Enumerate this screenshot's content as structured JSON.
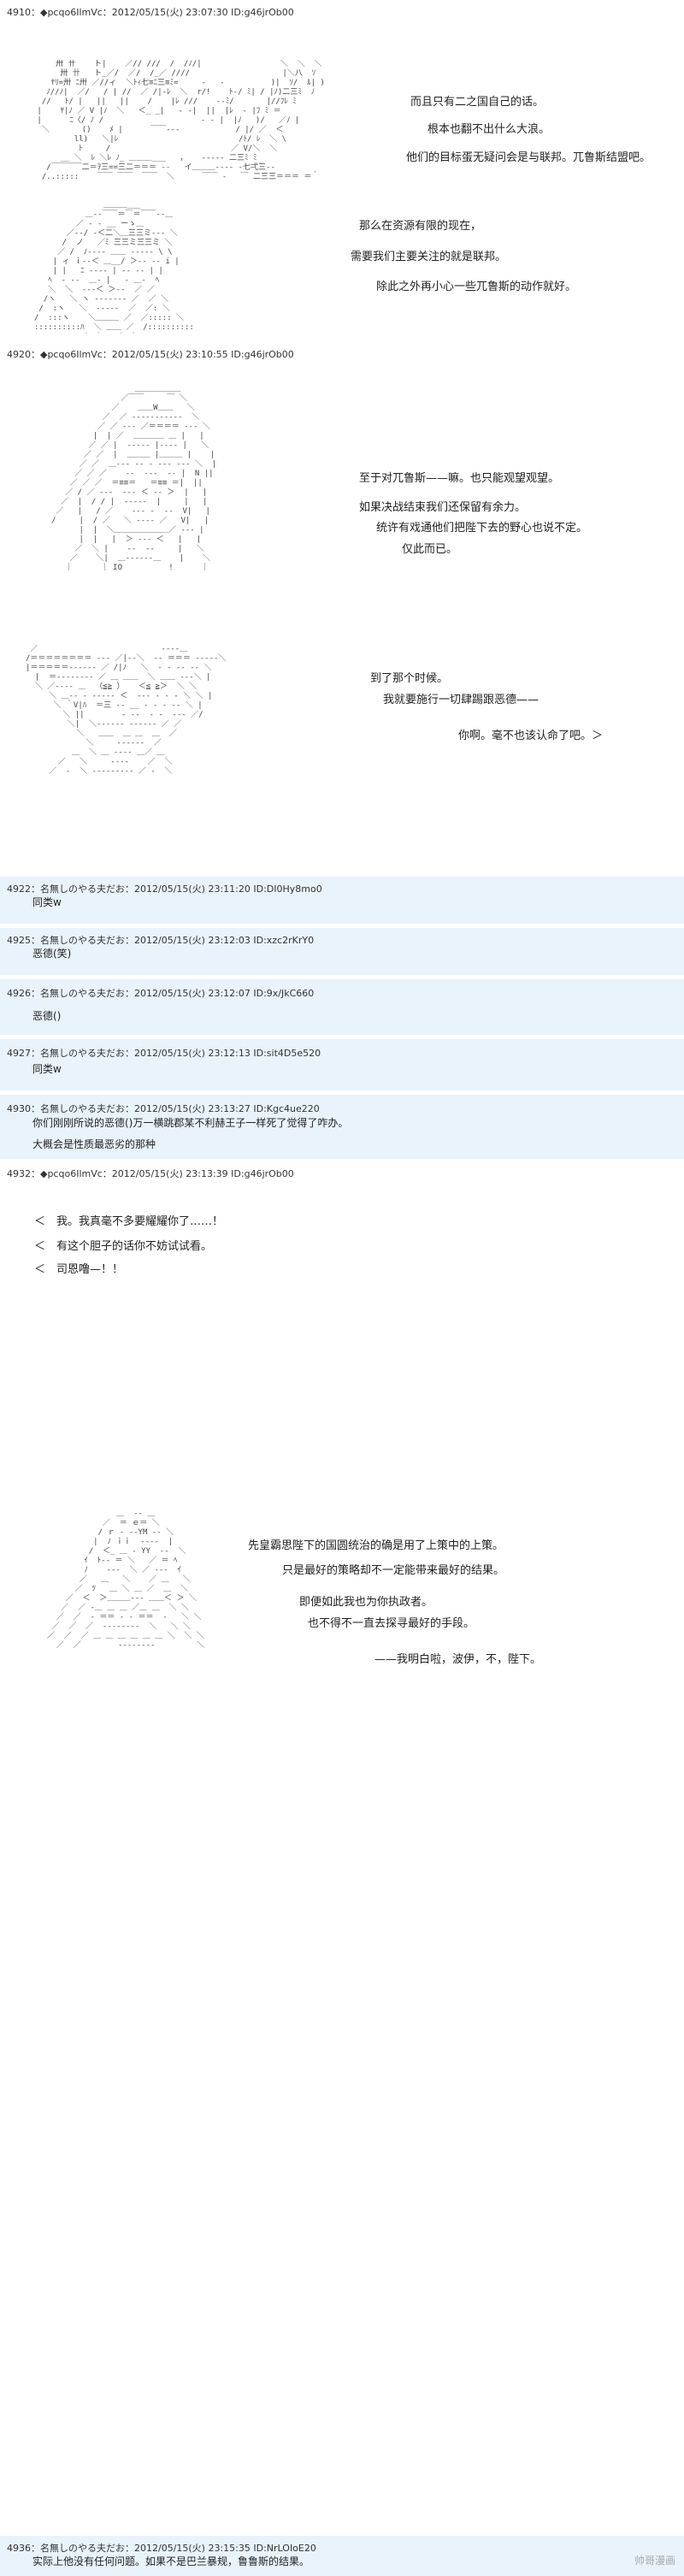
{
  "posts": [
    {
      "header": "4910：◆pcqo6IlmVc：2012/05/15(火) 23:07:30 ID:g46jrOb00",
      "lines": [
        "而且只有二之国自己的话。",
        "根本也翻不出什么大浪。",
        "他们的目标蛋无疑问会是与联邦。兀鲁斯结盟吧。",
        "那么在资源有限的现在，",
        "需要我们主要关注的就是联邦。",
        "除此之外再小心一些兀鲁斯的动作就好。"
      ]
    },
    {
      "header": "4920：◆pcqo6IlmVc：2012/05/15(火) 23:10:55 ID:g46jrOb00",
      "lines": [
        "至于对兀鲁斯——嘛。也只能观望观望。",
        "如果决战结束我们还保留有余力。",
        "统许有戏通他们把陛下去的野心也说不定。",
        "仅此而已。",
        "到了那个时候。",
        "我就要施行一切肆踢跟恶德——",
        "你啊。毫不也该认命了吧。＞"
      ]
    },
    {
      "header": "4922：名無しのやる夫だお：2012/05/15(火) 23:11:20 ID:DI0Hy8mo0",
      "lines": [
        "同类w"
      ]
    },
    {
      "header": "4925：名無しのやる夫だお：2012/05/15(火) 23:12:03 ID:xzc2rKrY0",
      "lines": [
        "恶德(笑)"
      ]
    },
    {
      "header": "4926：名無しのやる夫だお：2012/05/15(火) 23:12:07 ID:9x/JkC660",
      "lines": [
        "恶德()"
      ]
    },
    {
      "header": "4927：名無しのやる夫だお：2012/05/15(火) 23:12:13 ID:sit4D5e520",
      "lines": [
        "同类w"
      ]
    },
    {
      "header": "4930：名無しのやる夫だお：2012/05/15(火) 23:13:27 ID:Kgc4ue220",
      "lines": [
        "你们刚刚所说的恶德()万一横跳郡某不利赫王子一样死了觉得了咋办。",
        "大概会是性质最恶劣的那种"
      ]
    },
    {
      "header": "4932：◆pcqo6IlmVc：2012/05/15(火) 23:13:39 ID:g46jrOb00",
      "lines": [
        "＜　我。我真毫不多要耀耀你了……！",
        "＜　有这个胆子的话你不妨试试看。",
        "＜　司恩噜—！！",
        "先皇霸思陛下的国圆统治的确是用了上策中的上策。",
        "只是最好的策略却不一定能带来最好的结果。",
        "即便如此我也为你执政者。",
        "也不得不一直去探寻最好的手段。",
        "——我明白啦，波伊，不，陛下。"
      ]
    },
    {
      "header": "4936：名無しのやる夫だお：2012/05/15(火) 23:15:35 ID:NrLOIoE20",
      "lines": [
        "实际上他没有任何问题。如果不是巴兰暴规，鲁鲁斯的结果。"
      ]
    }
  ],
  "aa": [
    "     卅 卄    ト|    ／// ///  /  /ﾉ/|                 ＼  ＼  ＼\n      卅 卄   ト_／/  ／/  /_／ ////                    |＼八  ｿ\n    ﾔﾘ=卅 ﾆ卅 ／//ィ  ＼ﾄｨ七≡ﾆ三≡ﾐ=     ‐   ‐          )|  ｿ/  ﾙ| )\n   ﾉ//ﾉ|  ／/   / | //  ／ /|‐ﾚ  ＼  r/!    ﾄ‐/ ﾐ| / |ﾉ)二三ﾐ  ﾉ\n  //   ﾄ/ |   ||   ||    /    |ﾚ ///    ‐‐ﾐ/       |//ﾌﾚ ﾐ\n |    ﾔ|ﾉ ／ V |ﾉ  ＼   ＜_ _|   ‐ ‐|  ||  |ﾚ  ‐ |ﾌ ﾐ ＝\n |      ﾆ〈/ ﾉ /                     ‐ ‐ |  |ﾉ   )/   ／ﾉ |\n  ＼       ()    ﾒ |      ￣￣‐‐‐            / |/ ／  ＜\n         ll)   ＼|ﾚ                          /ﾄ/ ﾚ  ＼ \\\n          ﾄ     /                          ／ V/＼  ＼\n      __ ＼  ﾚ ＼ﾚ ﾉ_ ＿＿＿___   ，   ‐‐‐‐‐ 二三ﾐ ﾐ\n   /￣￣￣￣二＝ｦ三==三二＝＝＝ -‐   イ＿＿＿‐‐‐‐ ‐七弌三‐‐\n  /..:::::    ￣￣ ￣￣  ￣￣  ＼      ￣￣ ‐   ￣ 二三三＝＝＝ ＝｀",
    "               ＿＿＿___\n           ＿‐‐￣￣＝￣＝￣￣‐‐＿\n         ／ ‐ ‐ __ ーゝ＿\n       ／‐‐/ ‐＜二＼＿三三ミ‐‐‐ ＼\n      /  ノ   ／ﾐ 三三ミ三三ミ ＼\n     ／ /  ﾉ‐‐‐‐ ＿＿ ‐‐‐‐‐ \\ \\\n    | ィ ｉ--＜ ＿__/ ＞‐‐ ‐‐ i |\n    | |   ﾆ ‐‐‐‐ | ‐‐ ‐‐ | |\n   ﾍ  ‐ ‐‐  ＿‐ |   ‐ ＿‐  ﾍ\n   ＼  ＼  ‐‐‐＜ ＞‐‐  ／ ／\n  /ヽ   ＼ ヽ ‐‐‐‐‐‐‐ ／  ／ ＼\n /  :ヽ   ＼  ‐‐‐‐‐  ／  ／: ＼\n/  :::ヽ    ＼＿＿＿ ／  ／::::: ＼\n::::::::::ﾊ  ＼ ＿＿ ／  /::::::::::\n:::: ::::: ＼ ＼  ／ ／ :::::::: ::::::",
    "                  ＿＿＿＿＿＿\n               ／￣￣     ￣ ＼\n             ／    ＿＿W＿＿   ＼\n           ／  ／ ‐‐‐‐‐‐‐‐‐‐‐  ＼\n          ／ ／ ‐‐‐ ／＝＝＝＝ ‐‐‐ ＼\n         |  | ／  ＿＿＿＿ ＿ |   |\n        ／ ／ |  ‐‐‐‐‐ |‐‐‐‐ |   ＼\n       ／ ／  |  ＿＿＿ |＿＿＿ |    |\n      ／ ／  ＿‐‐‐ ‐‐ ‐ ‐‐‐ ‐‐‐ ＼  |\n     ／ ／ ／    ‐‐  ‐‐‐  ‐‐ |  N ||\n    ／ ／ ／  ＝≡≡＝   ＝≡≡ ＝|  ||\n   ／ / ／ ‐‐‐  ‐‐‐ ＜ ‐‐ ＞  |   |\n  ／  |  / / |  ‐‐‐‐‐  |     |   |\n ／   |   / ／    ‐‐‐ ‐  ‐‐  V|   |\n/     |  / ／   ＼ ‐‐‐‐ ／   V|   |\n      |  |  ＼＿＿＿＿＿＿＿／ ‐‐‐ |\n      |  |   |  ＞ ‐‐‐ ＜   |   |\n     ／  ＼ |    ‐‐  ‐‐     |   ＼\n    ／    ＼|  ＿‐‐‐‐‐‐＿    |    ＼\n   ｜      ｜ IO          !      ｜",
    " ／￣￣￣￣￣￣￣￣￣￣￣￣￣￣￣￣‐‐‐‐＿\n/＝＝＝＝＝＝＝＝ ‐‐‐ ／|‐‐＼  ‐‐ ＝＝＝ ‐‐‐‐‐＼\n|＝＝＝＝＝‐‐‐‐‐‐ ／ /|ﾉ   ＼  ‐ ‐ ‐‐ ‐‐ ＼\n  |  ＝‐‐‐‐‐‐‐‐ ／ ＿ ＿＿  ＼ ＿＿ ‐‐‐＼ |\n  ＼ ／‐‐‐‐ ＿  （≦≧ ）   ＜≦ ≧＞  ＼ ＼\n     ＼ ＿‐‐ ‐ ‐‐‐‐‐ ＜  ‐‐‐ ‐ ‐ ‐ ＼ ＼ |\n      ＼ ｀V|ﾊ  ＝三 ‐‐ __ ‐ ‐ ‐ ‐‐ ＼ |\n        ＼ ||        ‐ ‐‐  ‐ ‐  ‐‐‐ ／/\n         ＼|  ＼‐‐‐‐‐‐ ‐‐‐‐‐‐ ／ ／\n           ＼   ＿＿  ＿ ＿  ＿  ／\n             ＼     ‐‐‐‐‐‐  ／\n          ＿  ＼ ＿ ‐‐‐‐ ＿／ ＿\n       ／   ＼     ‐‐‐‐    ／  ＼\n     ／  ‐  ＼ ‐‐‐‐‐‐‐‐‐ ／ ‐  ＼",
    "               ＿  ‐‐ ＿\n            ／  ＝ ｅ＝ ＼\n           / ｒ ‐ ‐‐YM ‐‐ ＼\n          |  ﾉ ｉｉ  ‐‐‐‐  |\n         /  ＜_ ＿ ‐ YY  ‐‐  ＼\n        ｲ  ﾄ‐‐ ＝ ＼   ／ ＝ ﾍ\n        ﾉ    ‐‐‐  ＼ ／ ‐‐‐  ｲ\n       ／   ＿   ＼    ／ ＿   ＼\n      ／  ﾂ   ＿ ＼ ＿ ／  ＿  ＼\n    ／  ＜  ＞＿＿＿‐‐‐ ＿＿＜ ＞ ＼\n   ／  ／ ‐＿ ＿ ＿ ／＿ ＿  ＼ ＼\n  ／  ／  ‐ ＝＝ ‐ ‐ ＝＝  ‐   ＼ ＼\n ／  ／  ／  ‐‐‐‐‐‐‐‐  ＼   ＼ ＼\n／  ／  ／ ＿ ＿ ＿ ＿ ＿ ＿ ＼  ＼ ＼\n  ／  ／        ‐‐‐‐‐‐‐‐         ＼"
  ],
  "watermark": "帅哥漫画"
}
